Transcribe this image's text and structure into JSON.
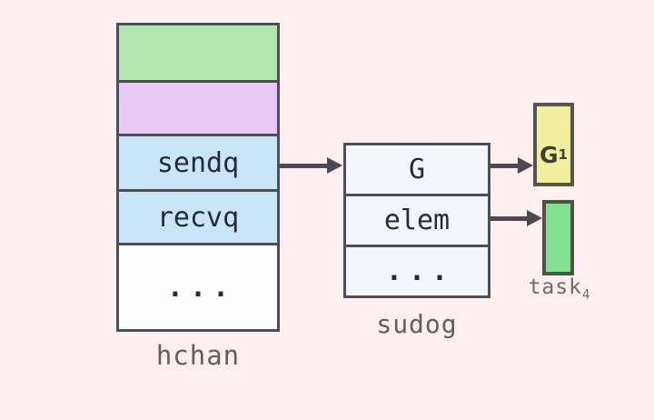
{
  "palette": {
    "background": "#fdeef0",
    "border": "#4e4e58",
    "arrow": "#4d4852",
    "hchan_row_buffer_fill": "#b2e5ae",
    "hchan_row_lock_fill": "#e9c8f5",
    "hchan_row_queue_fill": "#c9e5f8",
    "hchan_row_ellipsis_fill": "#fdfdfd",
    "sudog_row_fill": "#f2f6fc",
    "g1_fill": "#f1ef9d",
    "task_fill": "#82e08e",
    "row_text": "#262b3b",
    "label_text": "#5f5f5f"
  },
  "hchan": {
    "label": "hchan",
    "rows": [
      "",
      "",
      "sendq",
      "recvq",
      "..."
    ]
  },
  "sudog": {
    "label": "sudog",
    "rows": [
      "G",
      "elem",
      "..."
    ]
  },
  "g1": {
    "base": "G",
    "sub": "1"
  },
  "task": {
    "base": "task",
    "sub": "4"
  }
}
